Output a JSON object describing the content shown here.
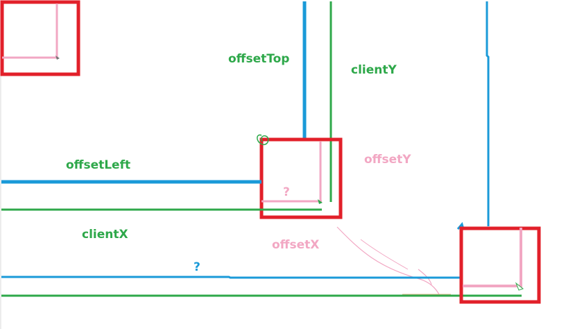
{
  "labels": {
    "offset_top": "offsetTop",
    "client_y": "clientY",
    "offset_left": "offsetLeft",
    "offset_y": "offsetY",
    "client_x": "clientX",
    "offset_x": "offsetX",
    "question_mark_pink": "?",
    "question_mark_blue": "?"
  },
  "colors": {
    "box_red": "#e2202a",
    "offset_blue": "#1a9ad8",
    "client_green": "#2ea84a",
    "offset_pink": "#f2a7c3",
    "green_text": "#2ea84a",
    "pink_text": "#f2a7c3",
    "blue_text": "#1a9ad8"
  }
}
